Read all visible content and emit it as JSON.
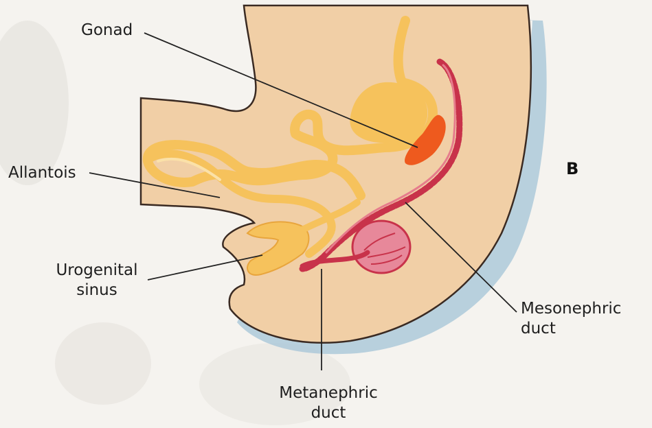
{
  "diagram": {
    "panel_letter": "B",
    "labels": {
      "gonad": "Gonad",
      "allantois": "Allantois",
      "urogenital_sinus": [
        "Urogenital",
        "sinus"
      ],
      "mesonephric_duct": [
        "Mesonephric",
        "duct"
      ],
      "metanephric_duct": [
        "Metanephric",
        "duct"
      ]
    },
    "colors": {
      "background": "#f5f3ef",
      "body_tissue": "#f1cfa6",
      "body_outline": "#3a2a22",
      "shadow_blue": "#a9c7d8",
      "gut_yellow": "#f6c25c",
      "gut_outline": "#e8a53c",
      "duct_red": "#c8324a",
      "gonad_orange": "#ee5a1e",
      "leader_line": "#222222"
    }
  }
}
